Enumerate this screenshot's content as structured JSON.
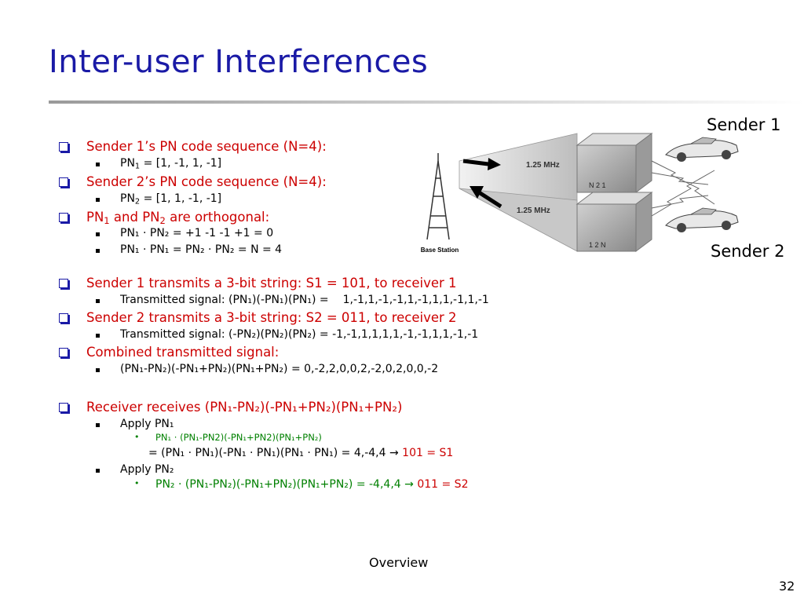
{
  "title": "Inter-user Interferences",
  "sender1_label": "Sender 1",
  "sender2_label": "Sender 2",
  "diagram": {
    "base_station_label": "Base Station",
    "freq_label_top": "1.25 MHz",
    "freq_label_bottom": "1.25 MHz",
    "box_top_digits": "N 2 1",
    "box_bottom_digits": "1 2 N"
  },
  "bullets": {
    "b1": "Sender 1’s PN code sequence (N=4):",
    "b1_sub_pre": "PN",
    "b1_sub_idx": "1",
    "b1_sub_post": " = [1, -1, 1, -1]",
    "b2": "Sender 2’s PN code sequence (N=4):",
    "b2_sub_pre": "PN",
    "b2_sub_idx": "2",
    "b2_sub_post": " = [1, 1, -1, -1]",
    "b3_a": "PN",
    "b3_i1": "1",
    "b3_b": " and PN",
    "b3_i2": "2",
    "b3_c": " are orthogonal:",
    "b3_s1": "PN₁ · PN₂ = +1 -1 -1 +1 = 0",
    "b3_s2": "PN₁ · PN₁ = PN₂ · PN₂ = N = 4",
    "b4": "Sender 1 transmits a 3-bit string: S1 = 101, to receiver 1",
    "b4_sub_label": "Transmitted signal: (PN₁)(-PN₁)(PN₁) =",
    "b4_sub_value": "1,-1,1,-1,-1,1,-1,1,1,-1,1,-1",
    "b5": "Sender 2 transmits a 3-bit string: S2 = 011, to receiver 2",
    "b5_sub": "Transmitted signal: (-PN₂)(PN₂)(PN₂) = -1,-1,1,1,1,1,-1,-1,1,1,-1,-1",
    "b6": "Combined transmitted signal:",
    "b6_sub": "(PN₁-PN₂)(-PN₁+PN₂)(PN₁+PN₂) = 0,-2,2,0,0,2,-2,0,2,0,0,-2",
    "b7": "Receiver receives (PN₁-PN₂)(-PN₁+PN₂)(PN₁+PN₂)",
    "b7_apply1": "Apply PN₁",
    "b7_apply1_calc": "PN₁ · (PN₁-PN2)(-PN₁+PN2)(PN₁+PN₂)",
    "b7_apply1_result_pre": "= (PN₁ · PN₁)(-PN₁ · PN₁)(PN₁ · PN₁) = 4,-4,4 ",
    "b7_apply1_result_arrow": "→",
    "b7_apply1_result_val": " 101 = S1",
    "b7_apply2": "Apply PN₂",
    "b7_apply2_calc": "PN₂ · (PN₁-PN₂)(-PN₁+PN₂)(PN₁+PN₂) = -4,4,4 ",
    "b7_apply2_arrow": "→",
    "b7_apply2_val": " 011 = S2"
  },
  "footer": "Overview",
  "page_number": "32"
}
